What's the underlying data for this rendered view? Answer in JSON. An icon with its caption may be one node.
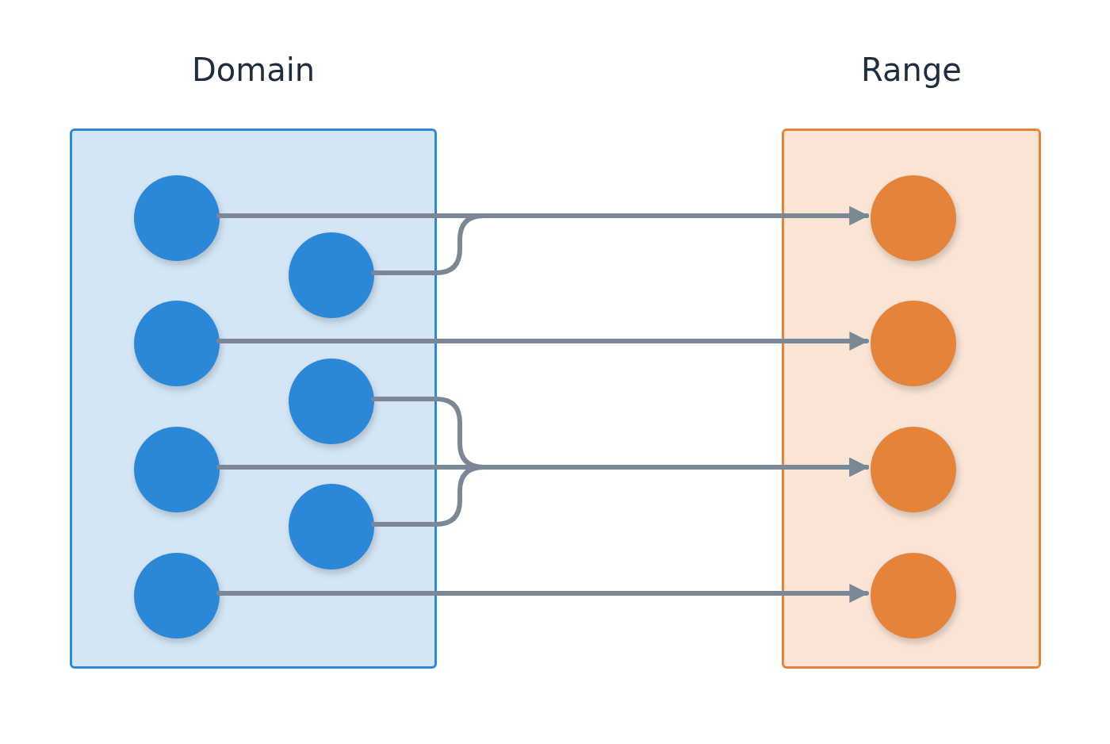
{
  "diagram": {
    "nodes": [
      {
        "text": [
          "Domain"
        ]
      },
      {
        "text": [
          "Range"
        ]
      },
      {
        "text": [],
        "shape": "circle",
        "in": 0
      },
      {
        "text": [],
        "shape": "circle",
        "in": 0
      },
      {
        "text": [],
        "shape": "circle",
        "in": 0
      },
      {
        "text": [],
        "shape": "circle",
        "in": 0
      },
      {
        "text": [],
        "shape": "circle",
        "in": 0
      },
      {
        "text": [],
        "shape": "circle",
        "in": 0
      },
      {
        "text": [],
        "shape": "circle",
        "in": 0
      },
      {
        "text": [],
        "shape": "circle",
        "in": 1
      },
      {
        "text": [],
        "shape": "circle",
        "in": 1
      },
      {
        "text": [],
        "shape": "circle",
        "in": 1
      },
      {
        "text": [],
        "shape": "circle",
        "in": 1
      }
    ],
    "edges": [
      {
        "from": 2,
        "to": 9,
        "arrow": "to"
      },
      {
        "from": 3,
        "to": 9,
        "arrow": "to"
      },
      {
        "from": 4,
        "to": 10,
        "arrow": "to"
      },
      {
        "from": 5,
        "to": 11,
        "arrow": "to"
      },
      {
        "from": 6,
        "to": 11,
        "arrow": "to"
      },
      {
        "from": 7,
        "to": 11,
        "arrow": "to"
      },
      {
        "from": 8,
        "to": 12,
        "arrow": "to"
      }
    ]
  }
}
